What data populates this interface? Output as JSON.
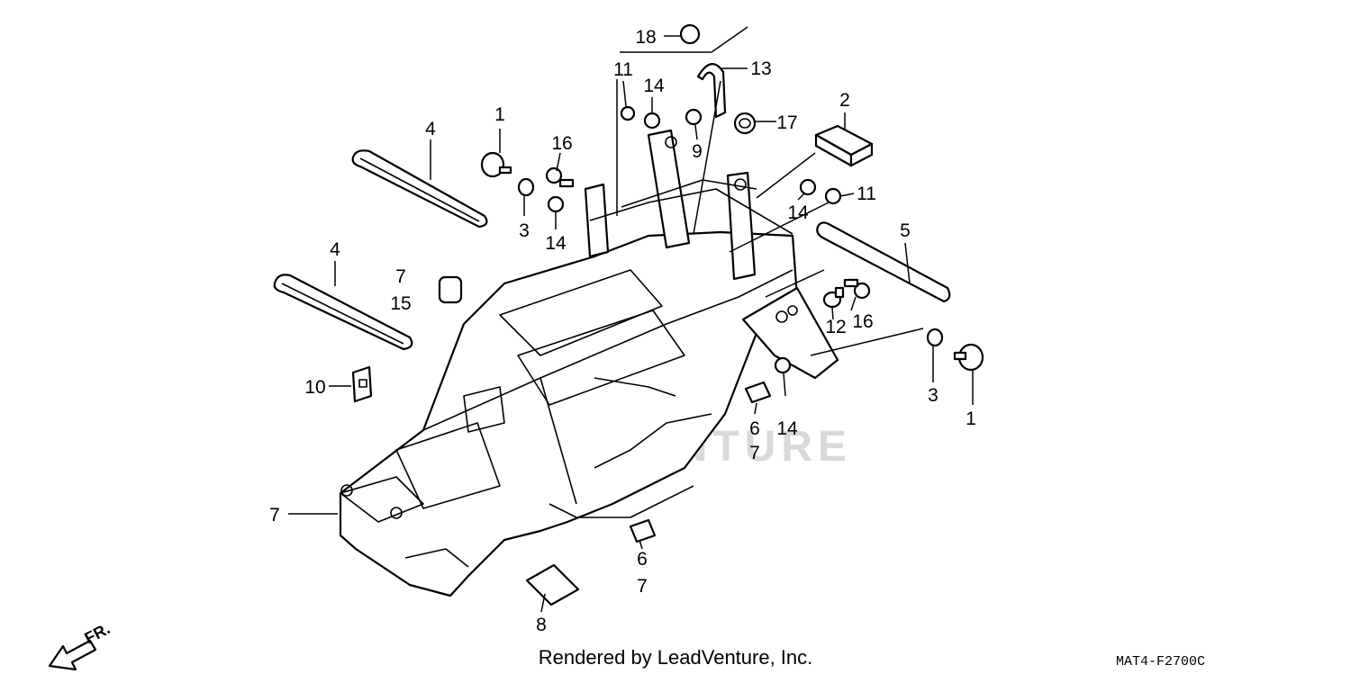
{
  "diagram": {
    "callouts": {
      "c1a": "1",
      "c1b": "1",
      "c2": "2",
      "c3a": "3",
      "c3b": "3",
      "c4a": "4",
      "c4b": "4",
      "c5": "5",
      "c6a": "6",
      "c6b": "6",
      "c7a": "7",
      "c7b": "7",
      "c7c": "7",
      "c7d": "7",
      "c8": "8",
      "c9": "9",
      "c10": "10",
      "c11a": "11",
      "c11b": "11",
      "c12": "12",
      "c13": "13",
      "c14a": "14",
      "c14b": "14",
      "c14c": "14",
      "c14d": "14",
      "c15": "15",
      "c16a": "16",
      "c16b": "16",
      "c17": "17",
      "c18": "18"
    },
    "watermark": "LEADVENTURE",
    "direction_label": "FR.",
    "footer_text": "Rendered by LeadVenture, Inc.",
    "diagram_code": "MAT4-F2700C"
  }
}
